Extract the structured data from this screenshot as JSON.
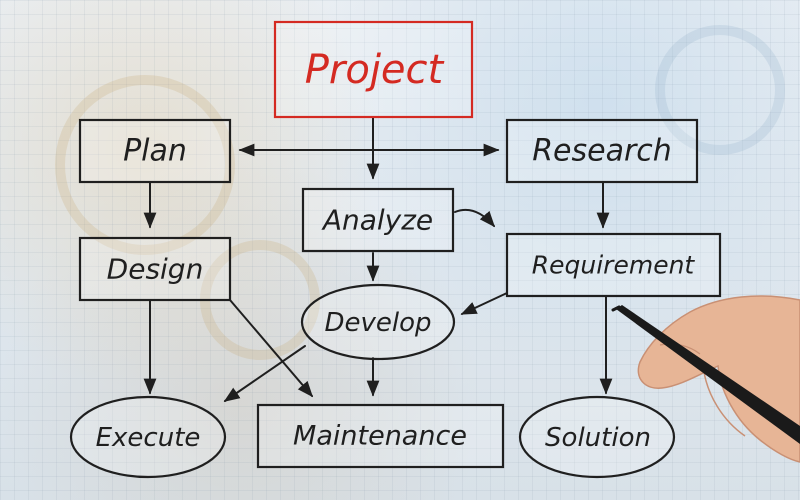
{
  "nodes": {
    "project": "Project",
    "plan": "Plan",
    "research": "Research",
    "analyze": "Analyze",
    "design": "Design",
    "requirement": "Requirement",
    "develop": "Develop",
    "execute": "Execute",
    "maintenance": "Maintenance",
    "solution": "Solution"
  },
  "colors": {
    "ink": "#1f1f1f",
    "accent": "#d42a22"
  },
  "icons": {
    "pen": "pen-icon",
    "hand": "hand-icon"
  }
}
